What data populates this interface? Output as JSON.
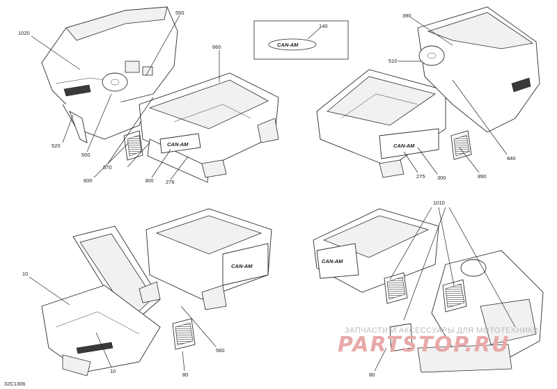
{
  "diagram_code": "32C1306",
  "logo_text": "CAN-AM",
  "watermark": {
    "line1": "ЗАПЧАСТИ И АКСЕССУАРЫ ДЛЯ МОТОТЕХНИКИ",
    "line2": "PARTSTOP.RU"
  },
  "callouts": [
    "1020",
    "550",
    "660",
    "140",
    "390",
    "510",
    "520",
    "500",
    "570",
    "600",
    "300",
    "276",
    "275",
    "300",
    "890",
    "840",
    "1010",
    "10",
    "10",
    "560",
    "80",
    "80"
  ]
}
